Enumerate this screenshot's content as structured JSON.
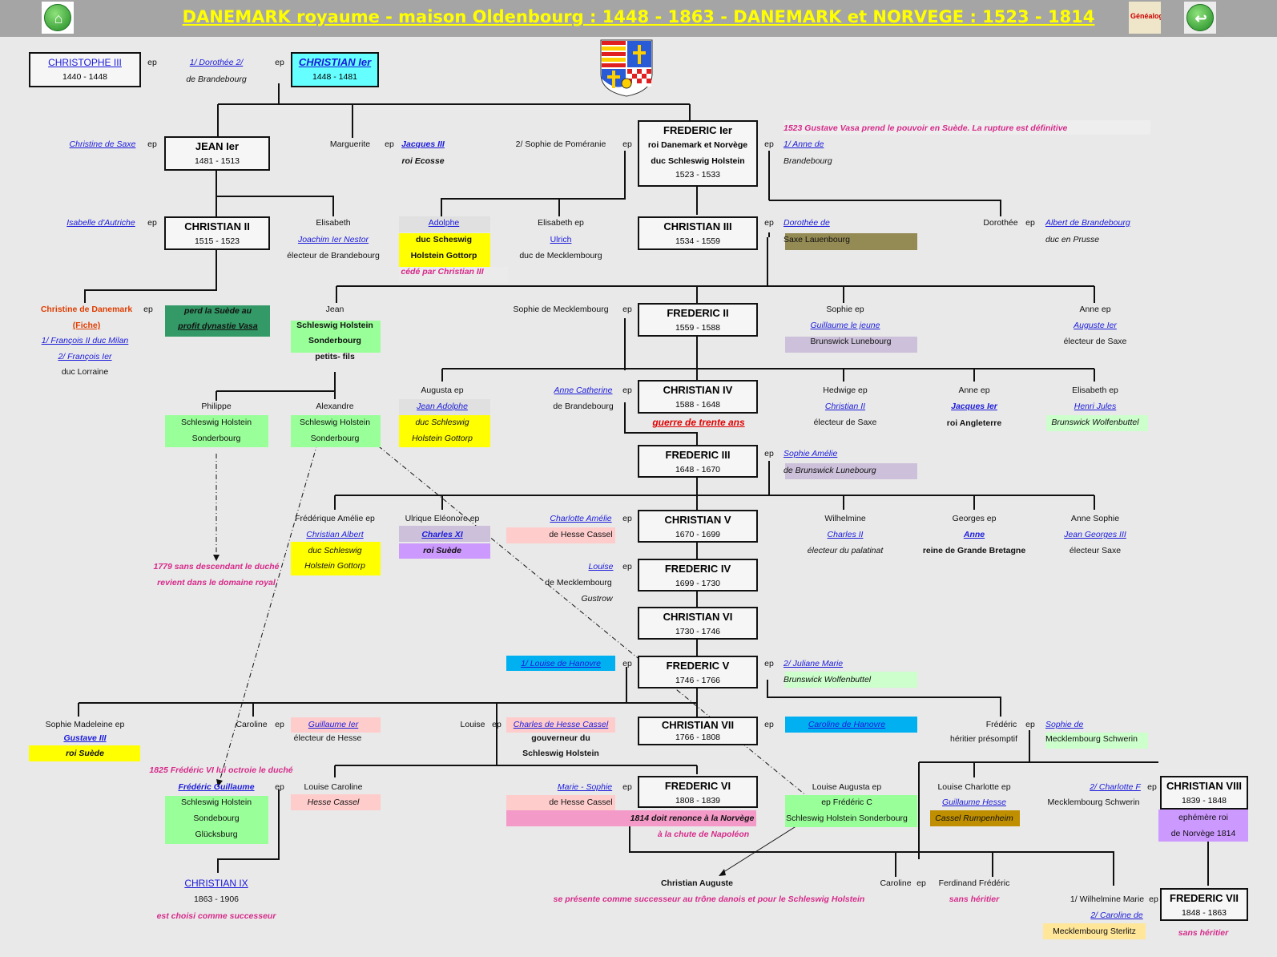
{
  "title": "DANEMARK royaume - maison Oldenbourg : 1448 - 1863 - DANEMARK et NORVEGE : 1523 - 1814",
  "nav": {
    "home_icon": "home-icon",
    "genealogy_icon": "genealogy-icon",
    "back_icon": "back-arrow-icon",
    "genealogy_label": "Généalogie"
  },
  "kings": [
    {
      "name": "CHRISTOPHE III",
      "dates": "1440 - 1448"
    },
    {
      "name": "CHRISTIAN Ier",
      "dates": "1448 - 1481"
    },
    {
      "name": "JEAN Ier",
      "dates": "1481 - 1513"
    },
    {
      "name": "CHRISTIAN II",
      "dates": "1515 - 1523"
    },
    {
      "name": "FREDERIC Ier",
      "sub1": "roi Danemark et Norvège",
      "sub2": "duc Schleswig Holstein",
      "dates": "1523 - 1533"
    },
    {
      "name": "CHRISTIAN III",
      "dates": "1534 - 1559"
    },
    {
      "name": "FREDERIC II",
      "dates": "1559 - 1588"
    },
    {
      "name": "CHRISTIAN IV",
      "dates": "1588 - 1648"
    },
    {
      "name": "FREDERIC III",
      "dates": "1648 - 1670"
    },
    {
      "name": "CHRISTIAN V",
      "dates": "1670 - 1699"
    },
    {
      "name": "FREDERIC IV",
      "dates": "1699 - 1730"
    },
    {
      "name": "CHRISTIAN VI",
      "dates": "1730 - 1746"
    },
    {
      "name": "FREDERIC V",
      "dates": "1746 - 1766"
    },
    {
      "name": "CHRISTIAN VII",
      "dates": "1766 - 1808"
    },
    {
      "name": "FREDERIC VI",
      "dates": "1808 - 1839"
    },
    {
      "name": "CHRISTIAN VIII",
      "dates": "1839 - 1848"
    },
    {
      "name": "FREDERIC VII",
      "dates": "1848 - 1863"
    },
    {
      "name": "CHRISTIAN IX",
      "dates": "1863 - 1906"
    }
  ],
  "t": {
    "ep": "ep",
    "dorothee12": "1/  Dorothée  2/",
    "de_brandebourg": "de Brandebourg",
    "christine_saxe": "Christine de Saxe",
    "marguerite": "Marguerite",
    "jacques3": "Jacques III",
    "roi_ecosse": "roi Ecosse",
    "sophie_pomeranie": "2/ Sophie de  Poméranie",
    "gustave_vasa_note": "1523 Gustave Vasa prend le pouvoir en Suède. La rupture est définitive",
    "anne_de": "1/ Anne de",
    "brandebourg": "Brandebourg",
    "isabelle": "Isabelle d'Autriche",
    "elisabeth": "Elisabeth",
    "joachim": "Joachim Ier Nestor",
    "elect_brandebourg": "électeur de Brandebourg",
    "adolphe": "Adolphe",
    "duc_scheswig": "duc Scheswig",
    "holstein_gottorp": "Holstein Gottorp",
    "cede": "cédé par Christian III",
    "elisabeth_ep": "Elisabeth ep",
    "ulrich": "Ulrich",
    "duc_mecklembourg": "duc de Mecklembourg",
    "dorothee_de": "Dorothée de",
    "saxe_lauenbourg": "Saxe Lauenbourg",
    "dorothee": "Dorothée",
    "albert_brandebourg": "Albert de Brandebourg",
    "duc_prusse": "duc en Prusse",
    "christine_danemark": "Christine de Danemark",
    "fiche": "(Fiche)",
    "francois_milan": "1/ François II duc Milan",
    "francois1": "2/ François Ier",
    "duc_lorraine": "duc Lorraine",
    "perd_suede": "perd la Suède au",
    "profit_vasa": "profit dynastie Vasa",
    "jean": "Jean",
    "sh_holstein": "Schleswig Holstein",
    "sonderbourg": "Sonderbourg",
    "petits_fils": "petits- fils",
    "sophie_mecklembourg": "Sophie de Mecklembourg",
    "sophie_ep": "Sophie  ep",
    "guillaume_jeune": "Guillaume le jeune",
    "brunswick_lunebourg": "Brunswick Lunebourg",
    "anne_ep": "Anne ep",
    "auguste_ier": "Auguste Ier",
    "elect_saxe": "électeur de Saxe",
    "philippe": "Philippe",
    "sch_holstein": "Schleswig Holstein",
    "alexandre": "Alexandre",
    "augusta_ep": "Augusta ep",
    "jean_adolphe": "Jean Adolphe ",
    "duc_schleswig": "duc Schleswig",
    "holstein_gottorp2": "Holstein Gottorp",
    "anne_catherine": "Anne Catherine",
    "de_brandebourg2": "de Brandebourg",
    "guerre": "guerre de trente ans",
    "hedwige_ep": "Hedwige ep",
    "christian2_lk": "Christian II",
    "elect_saxe2": "électeur de Saxe",
    "anne_ep2": "Anne ep",
    "jacques1": "Jacques Ier",
    "roi_angleterre": "roi Angleterre",
    "elisabeth_ep2": "Elisabeth ep",
    "henri_jules": "Henri Jules",
    "brunswick_wolf": "Brunswick Wolfenbuttel",
    "sophie_amelie": "Sophie Amélie",
    "de_brunswick": "de Brunswick Lunebourg",
    "frederique_amelie": "Frédérique Amélie ep",
    "christian_albert": "Christian Albert",
    "duc_schleswig2": "duc Schleswig",
    "holstein_gottorp3": "Holstein Gottorp",
    "ulrique": "Ulrique Eléonore ep",
    "charles11": "Charles XI",
    "roi_suede": "roi Suède",
    "charlotte_amelie": "Charlotte Amélie",
    "hesse_cassel": "de Hesse Cassel",
    "wilhelmine": "Wilhelmine",
    "charles2": "Charles II",
    "elect_palatinat": "électeur du palatinat",
    "georges_ep": "Georges ep",
    "anne": "Anne",
    "reine_gb": "reine de Grande Bretagne",
    "anne_sophie": "Anne Sophie",
    "jean_georges": "Jean Georges III",
    "elect_saxe3": "électeur Saxe",
    "note1779a": "1779 sans descendant le duché",
    "note1779b": "revient dans le domaine royal",
    "louise": "Louise",
    "de_mecklembourg": "de Mecklembourg",
    "gustrow": "Gustrow",
    "louise_hanovre": "1/ Louise de  Hanovre",
    "juliane": "2/ Juliane Marie",
    "brunswick_wolf2": "Brunswick Wolfenbuttel",
    "sophie_madeleine": "Sophie Madeleine ep",
    "gustave3": "Gustave III",
    "roi_suede2": "roi Suède",
    "caroline": "Caroline",
    "guillaume1": "Guillaume Ier",
    "elect_hesse": "électeur de Hesse",
    "louise2": "Louise",
    "charles_hesse": "Charles de Hesse Cassel",
    "gouverneur": "gouverneur du",
    "sch_holstein2": "Schleswig Holstein",
    "caroline_hanovre": "Caroline de Hanovre",
    "frederic": "Frédéric",
    "heritier": "héritier présomptif",
    "sophie_de": "Sophie de",
    "meck_schwerin": "Mecklembourg Schwerin",
    "note1825": "1825 Frédéric VI lui octroie le duché",
    "frederic_guillaume": "Frédéric Guillaume",
    "sh_holstein2": "Schleswig Holstein",
    "sondebourg": "Sondebourg",
    "glucksburg": "Glücksburg",
    "louise_caroline": "Louise Caroline",
    "hesse_cassel2": "Hesse Cassel",
    "marie_sophie": "Marie - Sophie",
    "de_hesse_cassel": "de Hesse Cassel",
    "note1814": "1814 doit renonce à la Norvège",
    "chute_napoleon": "à la chute de Napoléon",
    "louise_augusta": "Louise Augusta ep",
    "ep_frederic_c": "ep Frédéric C",
    "sh_sonderbourg": "Schleswig Holstein Sonderbourg",
    "louise_charlotte": "Louise Charlotte ep",
    "guillaume_hesse": "Guillaume Hesse",
    "cassel_rumpenheim": "Cassel Rumpenheim",
    "charlotte_f": "2/ Charlotte F",
    "meck_schwerin2": "Mecklembourg Schwerin",
    "ephemere": "ephémère roi",
    "norvege1814": "de Norvège 1814",
    "christian_auguste": "Christian Auguste",
    "se_presente": "se présente comme successeur au trône danois et pour le Schleswig Holstein",
    "caroline2": "Caroline",
    "ferdinand": "Ferdinand Frédéric",
    "sans_heritier": "sans héritier",
    "wilhelmine_marie": "1/ Wilhelmine Marie",
    "caroline_de": "2/ Caroline de",
    "meck_sterlitz": "Mecklembourg Sterlitz",
    "sans_heritier2": "sans héritier",
    "est_choisi": "est choisi comme successeur"
  },
  "colors": {
    "title_bar": "#a5a5a5",
    "title_text": "#ffff00",
    "yellow": "#ffff00",
    "green": "#99ff99",
    "light_green": "#ccffcc",
    "cyan": "#66ffff",
    "blue": "#00b0f0",
    "pink": "#ffcccc",
    "hotpink": "#f49ac8",
    "lavender": "#ccc0da",
    "purple": "#cc99ff",
    "olive": "#948a54",
    "darkgreen": "#339966",
    "gold": "#bf8f00",
    "cream": "#ffe699",
    "pinktext": "#d62a8a"
  }
}
